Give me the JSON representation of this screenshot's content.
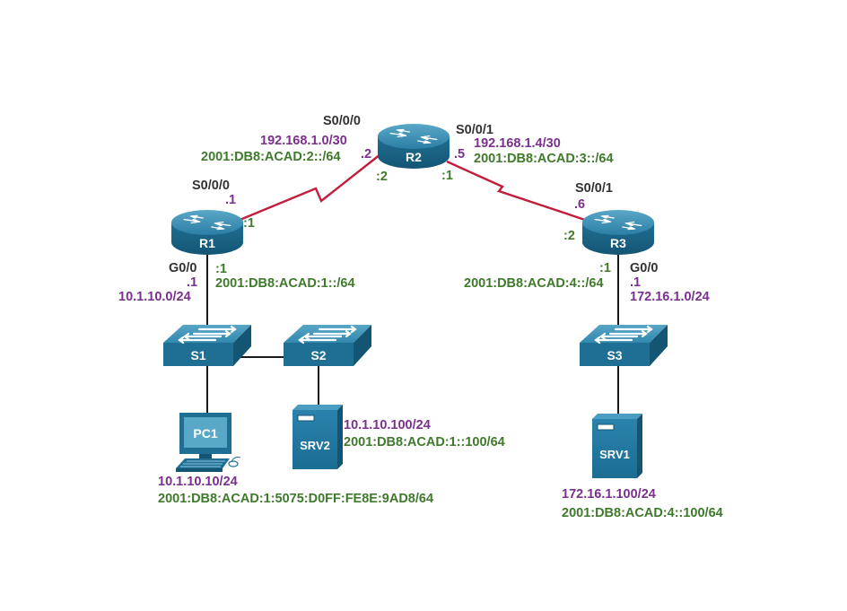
{
  "colors": {
    "ipv4": "#7b2f8f",
    "ipv6": "#3f7a2c",
    "iface": "#333333",
    "serial_link": "#c21d3b",
    "ethernet_link": "#1a1a1a",
    "device_blue": "#1f6f94"
  },
  "devices": {
    "r1": "R1",
    "r2": "R2",
    "r3": "R3",
    "s1": "S1",
    "s2": "S2",
    "s3": "S3",
    "pc1": "PC1",
    "srv1": "SRV1",
    "srv2": "SRV2"
  },
  "labels": {
    "r1_s000": "S0/0/0",
    "r1_s000_v4host": ".1",
    "r1_s000_v6host": ":1",
    "r1_g00": "G0/0",
    "r1_g00_v4host": ".1",
    "r1_g00_v6host": ":1",
    "lan1_v4": "10.1.10.0/24",
    "lan1_v6": "2001:DB8:ACAD:1::/64",
    "r2_s000": "S0/0/0",
    "r2_s000_v4host": ".2",
    "r2_s000_v6host": ":2",
    "r2_s001": "S0/0/1",
    "r2_s001_v4host": ".5",
    "r2_s001_v6host": ":1",
    "wan1_v4": "192.168.1.0/30",
    "wan1_v6": "2001:DB8:ACAD:2::/64",
    "wan2_v4": "192.168.1.4/30",
    "wan2_v6": "2001:DB8:ACAD:3::/64",
    "r3_s001": "S0/0/1",
    "r3_s001_v4host": ".6",
    "r3_s001_v6host": ":2",
    "r3_g00": "G0/0",
    "r3_g00_v4host": ".1",
    "r3_g00_v6host": ":1",
    "lan3_v4": "172.16.1.0/24",
    "lan3_v6": "2001:DB8:ACAD:4::/64",
    "pc1_v4": "10.1.10.10/24",
    "pc1_v6": "2001:DB8:ACAD:1:5075:D0FF:FE8E:9AD8/64",
    "srv2_v4": "10.1.10.100/24",
    "srv2_v6": "2001:DB8:ACAD:1::100/64",
    "srv1_v4": "172.16.1.100/24",
    "srv1_v6": "2001:DB8:ACAD:4::100/64"
  }
}
